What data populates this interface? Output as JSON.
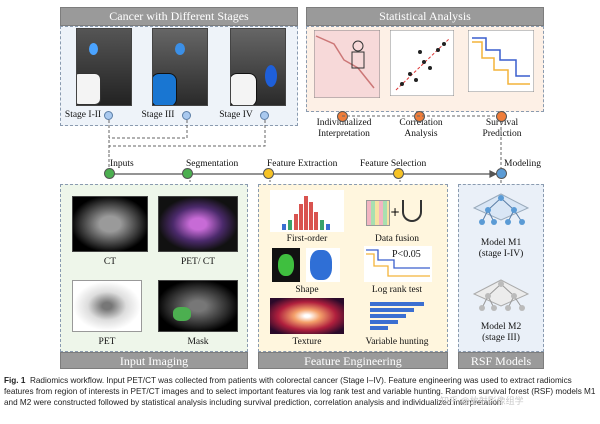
{
  "colors": {
    "green": "#4caf50",
    "orange": "#f39c12",
    "blue": "#5b9bd5",
    "yellow": "#f7c325",
    "panel_header": "#9a9a9a"
  },
  "panels": {
    "cancer": "Cancer with Different Stages",
    "stats": "Statistical Analysis",
    "input": "Input Imaging",
    "feature": "Feature Engineering",
    "rsf": "RSF Models"
  },
  "stages": [
    "Stage I-II",
    "Stage III",
    "Stage IV"
  ],
  "stats_labels": {
    "interp": "Individualized\nInterpretation",
    "corr": "Correlation\nAnalysis",
    "surv": "Survival\nPrediction"
  },
  "flow": {
    "inputs": "Inputs",
    "segmentation": "Segmentation",
    "extraction": "Feature Extraction",
    "selection": "Feature Selection",
    "modeling": "Modeling"
  },
  "imaging": {
    "ct": "CT",
    "petct": "PET/ CT",
    "pet": "PET",
    "mask": "Mask"
  },
  "features": {
    "first_order": "First-order",
    "shape": "Shape",
    "texture": "Texture",
    "fusion": "Data fusion",
    "logrank": "Log rank test",
    "pvalue": "P<0.05",
    "hunting": "Variable hunting"
  },
  "models": {
    "m1": "Model M1\n(stage I-IV)",
    "m2": "Model M2\n(stage III)"
  },
  "caption": {
    "fig": "Fig. 1",
    "text": "Radiomics workflow. Input PET/CT was collected from patients with colorectal cancer (Stage I–IV). Feature engineering was used to extract radiomics features from region of interests in PET/CT images and to select important features via log rank test and variable hunting. Random survival forest (RSF) models M1 and M2 were constructed followed by statistical analysis including survival prediction, correlation analysis and individualized interpretation"
  },
  "watermark": "知乎 @放射影像组学"
}
